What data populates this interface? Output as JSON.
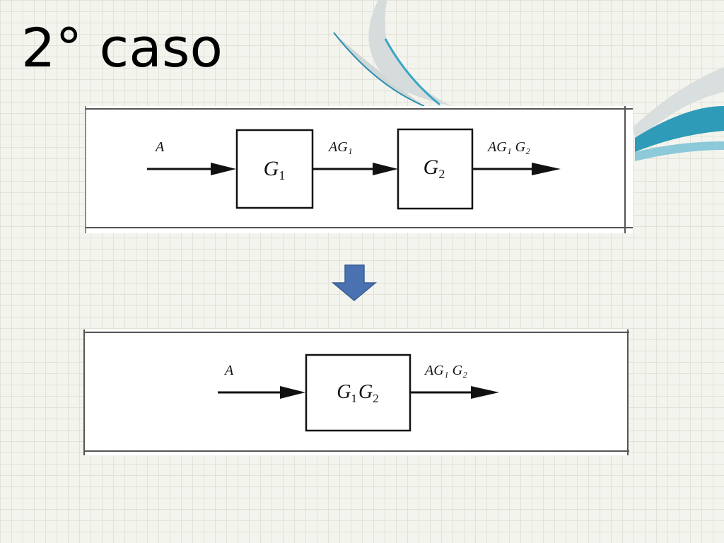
{
  "slide": {
    "title": "2° caso",
    "colors": {
      "arrow_down": "#4a72b0",
      "ribbon": "#2e9bb8"
    }
  },
  "diagram_top": {
    "input_label": "A",
    "block1": {
      "symbol": "G",
      "subscript": "1"
    },
    "mid_label": "AG₁",
    "block2": {
      "symbol": "G",
      "subscript": "2"
    },
    "output_label": "AG₁ G₂"
  },
  "diagram_bottom": {
    "input_label": "A",
    "block": {
      "symbol1": "G",
      "sub1": "1",
      "symbol2": "G",
      "sub2": "2"
    },
    "output_label": "AG₁ G₂"
  }
}
